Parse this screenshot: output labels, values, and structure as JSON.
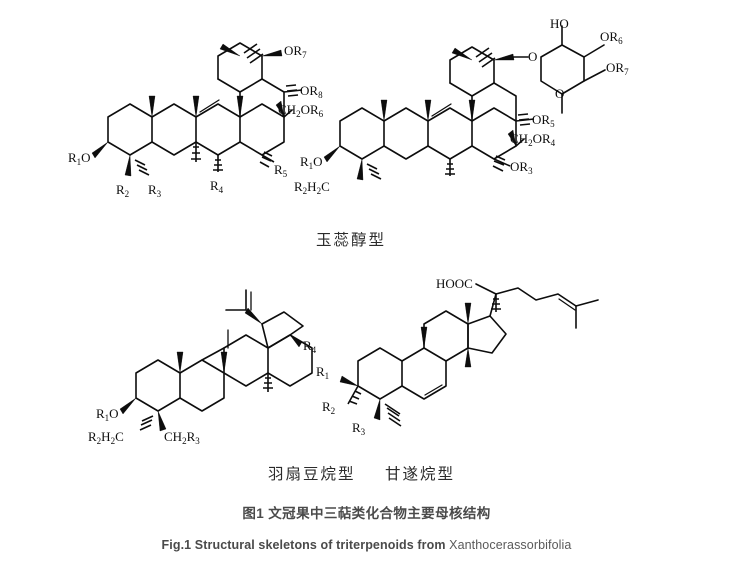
{
  "figure": {
    "background_color": "#ffffff",
    "line_color": "#0d0d0d",
    "caption_color": "#4a4a4a",
    "caption_cn": "图1 文冠果中三萜类化合物主要母核结构",
    "caption_en_bold": "Fig.1 Structural skeletons of triterpenoids from ",
    "caption_en_species": "Xanthocerassorbifolia"
  },
  "type_labels": {
    "baccharane": "玉蕊醇型",
    "lupane": "羽扇豆烷型",
    "tirucallane": "甘遂烷型"
  },
  "structures": {
    "a": {
      "name": "baccharane-skeleton-aglycone",
      "labels": {
        "r1o": "R",
        "r1o_sub": "1",
        "r1o_tail": "O",
        "r2": "R",
        "r2_sub": "2",
        "r3": "R",
        "r3_sub": "3",
        "r4": "R",
        "r4_sub": "4",
        "r5": "R",
        "r5_sub": "5",
        "ch2or6_head": "CH",
        "ch2or6_sub1": "2",
        "ch2or6_mid": "OR",
        "ch2or6_sub2": "6",
        "or7": "OR",
        "or7_sub": "7",
        "or8": "OR",
        "or8_sub": "8"
      }
    },
    "b": {
      "name": "baccharane-skeleton-glycoside",
      "labels": {
        "r1o": "R",
        "r1o_sub": "1",
        "r1o_tail": "O",
        "r2h2c": "R",
        "r2h2c_sub1": "2",
        "r2h2c_mid": "H",
        "r2h2c_sub2": "2",
        "r2h2c_tail": "C",
        "or3": "OR",
        "or3_sub": "3",
        "ch2or4_head": "CH",
        "ch2or4_sub1": "2",
        "ch2or4_mid": "OR",
        "ch2or4_sub2": "4",
        "or5": "OR",
        "or5_sub": "5",
        "or6": "OR",
        "or6_sub": "6",
        "or7": "OR",
        "or7_sub": "7",
        "ho": "HO",
        "glycosidic_o": "O",
        "ring_o": "O"
      }
    },
    "c": {
      "name": "lupane-skeleton",
      "labels": {
        "r1o": "R",
        "r1o_sub": "1",
        "r1o_tail": "O",
        "r2h2c": "R",
        "r2h2c_sub1": "2",
        "r2h2c_mid": "H",
        "r2h2c_sub2": "2",
        "r2h2c_tail": "C",
        "ch2r3_head": "CH",
        "ch2r3_sub1": "2",
        "ch2r3_mid": "R",
        "ch2r3_sub2": "3",
        "r4": "R",
        "r4_sub": "4"
      }
    },
    "d": {
      "name": "tirucallane-skeleton",
      "labels": {
        "r1": "R",
        "r1_sub": "1",
        "r2": "R",
        "r2_sub": "2",
        "r3": "R",
        "r3_sub": "3",
        "hooc": "HOOC"
      }
    }
  }
}
